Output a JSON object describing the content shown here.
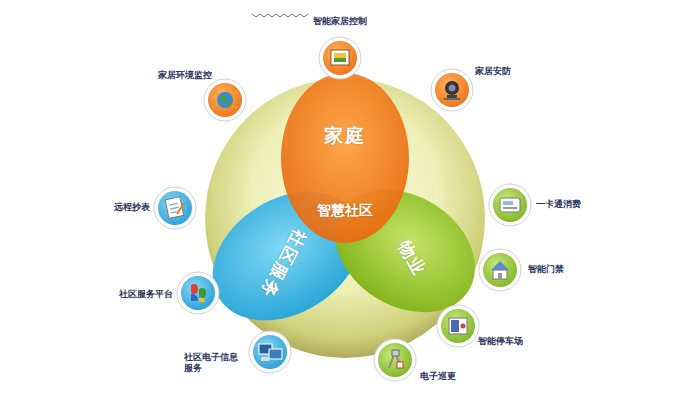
{
  "diagram": {
    "nodes": [
      {
        "text": [
          "家庭"
        ]
      },
      {
        "text": [
          "社区服务"
        ]
      },
      {
        "text": [
          "物业"
        ]
      },
      {
        "text": [
          "智能家居控制"
        ]
      },
      {
        "text": [
          "家居安防"
        ]
      },
      {
        "text": [
          "一卡通消费"
        ]
      },
      {
        "text": [
          "智能门禁"
        ]
      },
      {
        "text": [
          "智能停车场"
        ]
      },
      {
        "text": [
          "电子巡更"
        ]
      },
      {
        "text": [
          "社区电子信息服务"
        ]
      },
      {
        "text": [
          "社区服务平台"
        ]
      },
      {
        "text": [
          "远程抄表"
        ]
      },
      {
        "text": [
          "家居环境监控"
        ]
      }
    ],
    "labels": [
      "智慧社区"
    ]
  }
}
